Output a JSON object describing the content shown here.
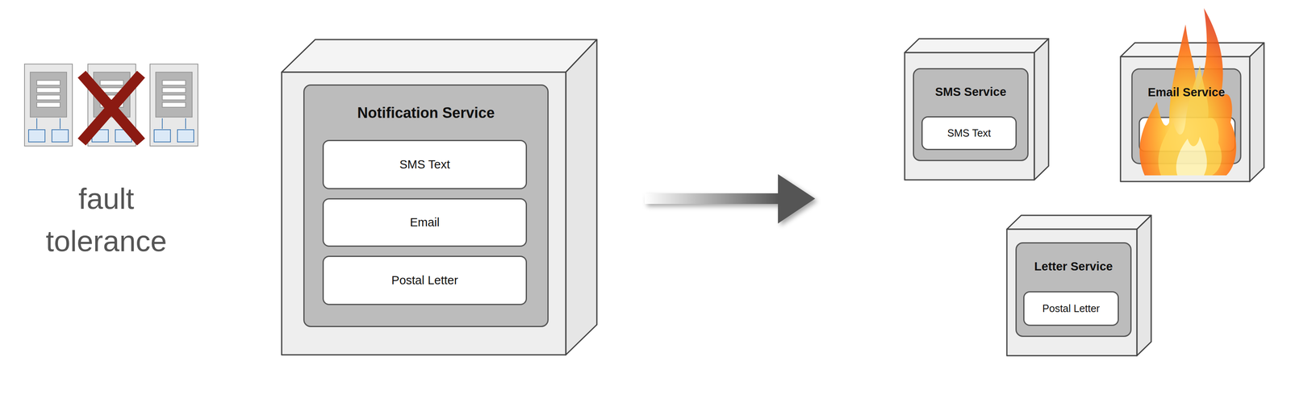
{
  "diagram": {
    "nodes": [
      {
        "text": [
          "Notification Service"
        ]
      },
      {
        "text": [
          "SMS Text"
        ],
        "in": 0
      },
      {
        "text": [
          "Email"
        ],
        "in": 0
      },
      {
        "text": [
          "Postal Letter"
        ],
        "in": 0
      },
      {
        "text": [
          "SMS Service"
        ]
      },
      {
        "text": [
          "SMS Text"
        ],
        "in": 4
      },
      {
        "text": [
          "Email Service"
        ]
      },
      {
        "text": [
          "Letter Service"
        ]
      },
      {
        "text": [
          "Postal Letter"
        ],
        "in": 7
      }
    ],
    "labels": [
      "fault tolerance"
    ]
  }
}
